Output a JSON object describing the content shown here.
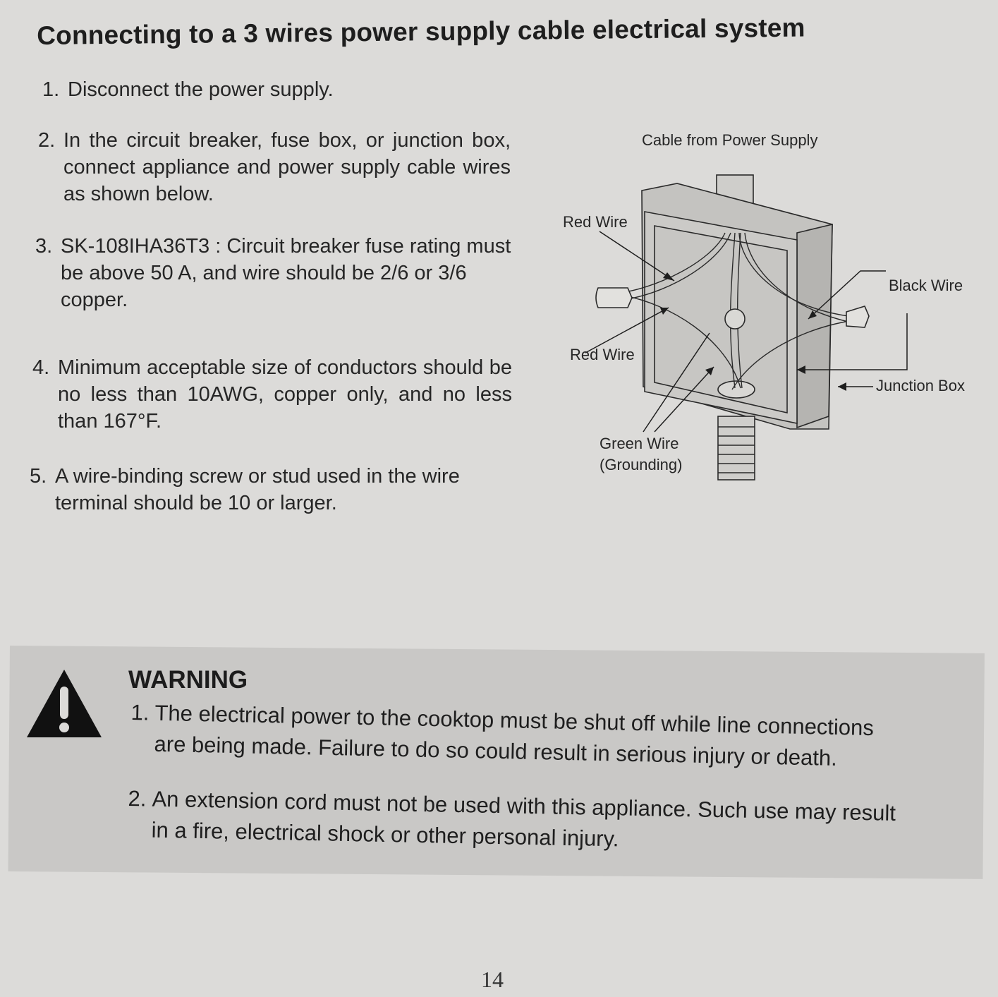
{
  "page": {
    "title": "Connecting to a 3 wires power supply cable electrical system",
    "page_number": "14"
  },
  "steps": [
    {
      "num": "1.",
      "text": "Disconnect the power supply."
    },
    {
      "num": "2.",
      "text": "In the circuit breaker, fuse box, or junction box, connect appliance and power supply cable wires as shown below."
    },
    {
      "num": "3.",
      "text": "SK-108IHA36T3 : Circuit breaker fuse rating must be above 50 A, and wire should be 2/6 or 3/6 copper."
    },
    {
      "num": "4.",
      "text": "Minimum acceptable size of conductors should be no less than 10AWG, copper only, and no less than 167°F."
    },
    {
      "num": "5.",
      "text": "A wire-binding screw or stud used in the wire terminal should be 10 or larger."
    }
  ],
  "diagram": {
    "cable_label": "Cable from Power Supply",
    "red_wire_top": "Red Wire",
    "red_wire_bottom": "Red Wire",
    "black_wire": "Black Wire",
    "junction_box": "Junction Box",
    "green_wire": "Green Wire",
    "grounding": "(Grounding)"
  },
  "warning": {
    "title": "WARNING",
    "items": [
      {
        "num": "1.",
        "line1": "The electrical power to the cooktop must be shut off while line connections",
        "line2": "are being made. Failure to do so could result in serious injury or death."
      },
      {
        "num": "2.",
        "line1": "An extension cord must not be used with this appliance. Such use may result",
        "line2": "in a fire, electrical shock or other personal injury."
      }
    ]
  }
}
